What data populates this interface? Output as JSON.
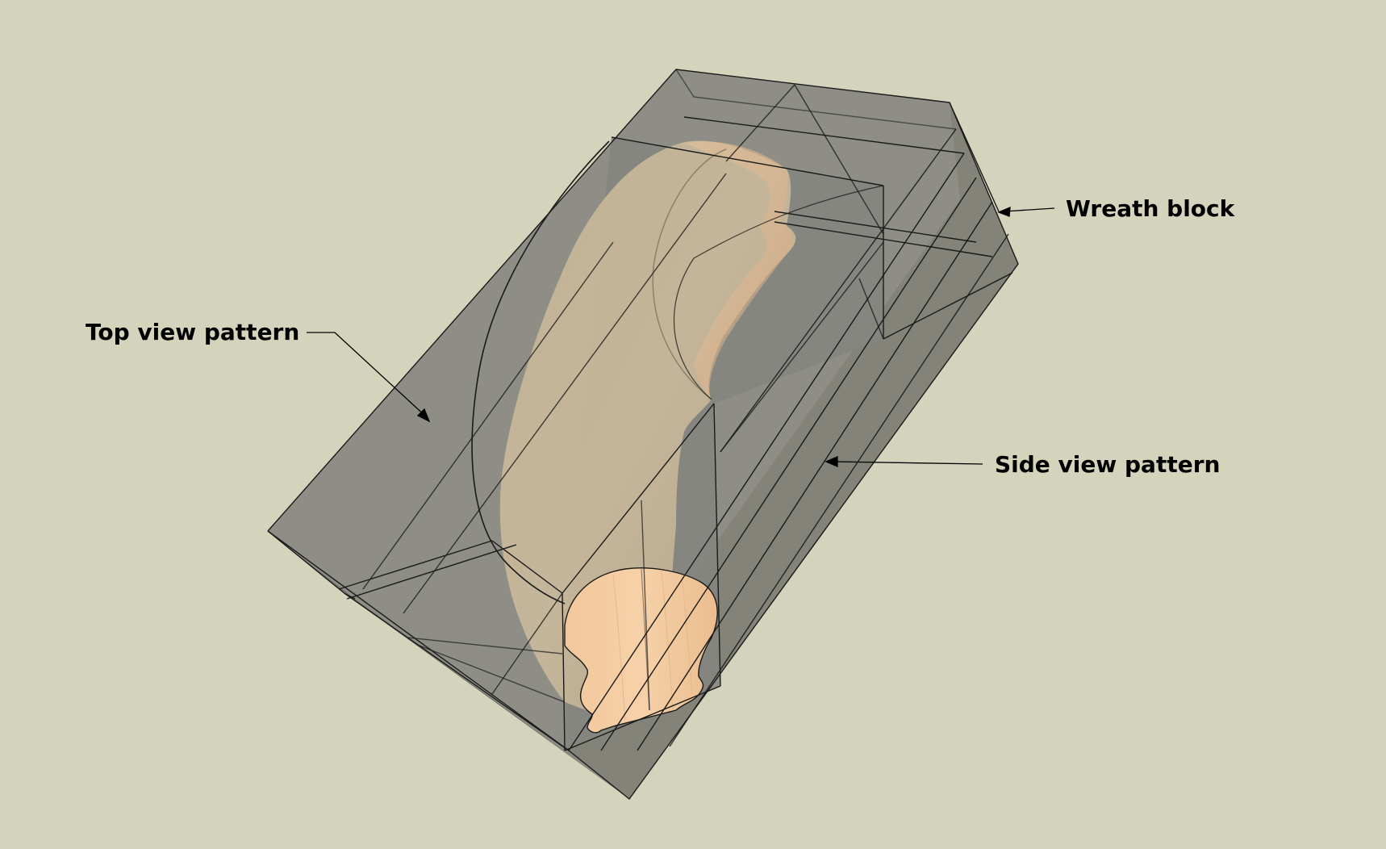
{
  "labels": {
    "wreath_block": "Wreath block",
    "top_view_pattern": "Top view pattern",
    "side_view_pattern": "Side view pattern"
  },
  "colors": {
    "background": "#d4d3bb",
    "block_face_light": "#8c8c84",
    "block_face_dark": "#7a7a72",
    "rail_wood": "#c9b79a",
    "rail_end_grain": "#f0c79a",
    "line": "#1a1a1a"
  }
}
